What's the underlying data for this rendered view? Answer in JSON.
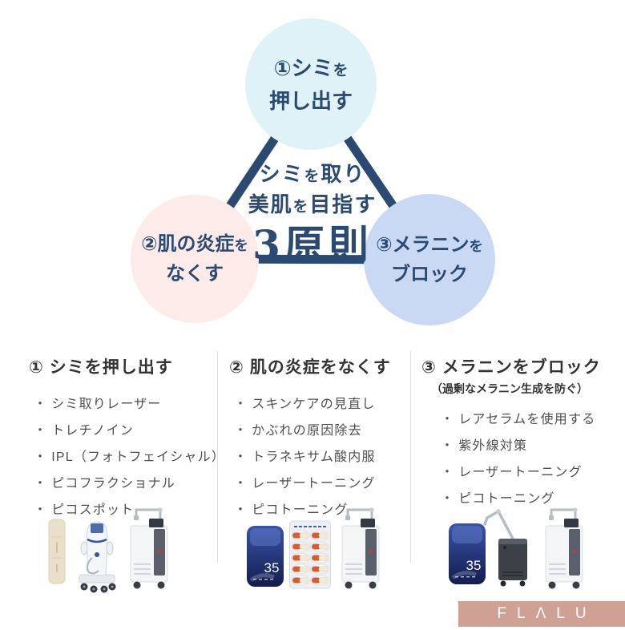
{
  "colors": {
    "navy": "#2b4a72",
    "circle1_bg": "#def2f8",
    "circle2_bg": "#fcebe9",
    "circle3_bg": "#c9d9f3",
    "heading_text": "#333333",
    "list_text": "#4f4f4f",
    "divider": "#dcdcdc",
    "logo_bg": "#cfa195"
  },
  "diagram": {
    "center": {
      "line1_main": "シミ",
      "line1_particle": "を",
      "line1_rest": "取り",
      "line2_main": "美肌",
      "line2_particle": "を",
      "line2_rest": "目指す",
      "headline": "3原則"
    },
    "circle1": {
      "line1_main": "①シミ",
      "particle": "を",
      "line2": "押し出す"
    },
    "circle2": {
      "line1_main": "②肌の炎症",
      "particle": "を",
      "line2": "なくす"
    },
    "circle3": {
      "line1_main": "③メラニン",
      "particle": "を",
      "line2": "ブロック"
    }
  },
  "bullet": "・",
  "columns": [
    {
      "number": "①",
      "title": "シミを押し出す",
      "items": [
        "シミ取りレーザー",
        "トレチノイン",
        "IPL（フォトフェイシャル）",
        "ピコフラクショナル",
        "ピコスポット"
      ]
    },
    {
      "number": "②",
      "title": "肌の炎症をなくす",
      "items": [
        "スキンケアの見直し",
        "かぶれの原因除去",
        "トラネキサム酸内服",
        "レーザートーニング",
        "ピコトーニング"
      ]
    },
    {
      "number": "③",
      "title": "メラニンをブロック",
      "subtitle": "（過剰なメラニン生成を防ぐ）",
      "items": [
        "レアセラムを使用する",
        "紫外線対策",
        "レーザートーニング",
        "ピコトーニング"
      ]
    }
  ],
  "products": {
    "serum_jar_label": "35"
  },
  "logo": {
    "text": "FLΛLU"
  }
}
